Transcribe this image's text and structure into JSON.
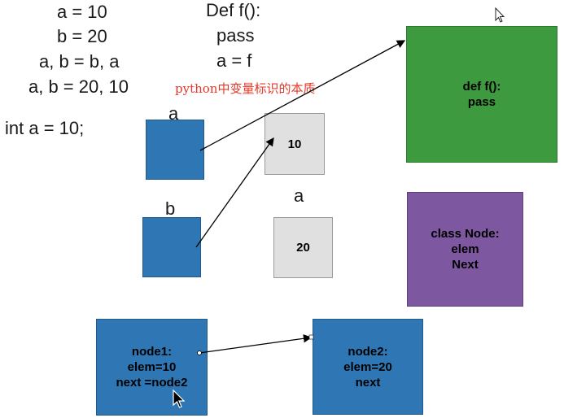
{
  "code_left": [
    "a = 10",
    "b = 20",
    "a, b = b, a",
    "a, b = 20, 10"
  ],
  "code_right": [
    "Def f():",
    "pass",
    "a = f"
  ],
  "code_int": "int a = 10;",
  "note": "python中变量标识的本质",
  "labels": {
    "a_top": "a",
    "b": "b",
    "a_mid": "a"
  },
  "values": {
    "ten": "10",
    "twenty": "20"
  },
  "func_box": "def f():\npass",
  "class_box": "class Node:\nelem\nNext",
  "node1": "node1:\nelem=10\nnext =node2",
  "node2": "node2:\nelem=20\nnext",
  "colors": {
    "blue": "#2f77b4",
    "gray": "#e0e0e0",
    "green": "#3e9a3e",
    "purple": "#7d58a0",
    "note_red": "#e23a2a"
  },
  "icons": [
    "mouse-cursor-icon",
    "mouse-pointer-icon"
  ]
}
